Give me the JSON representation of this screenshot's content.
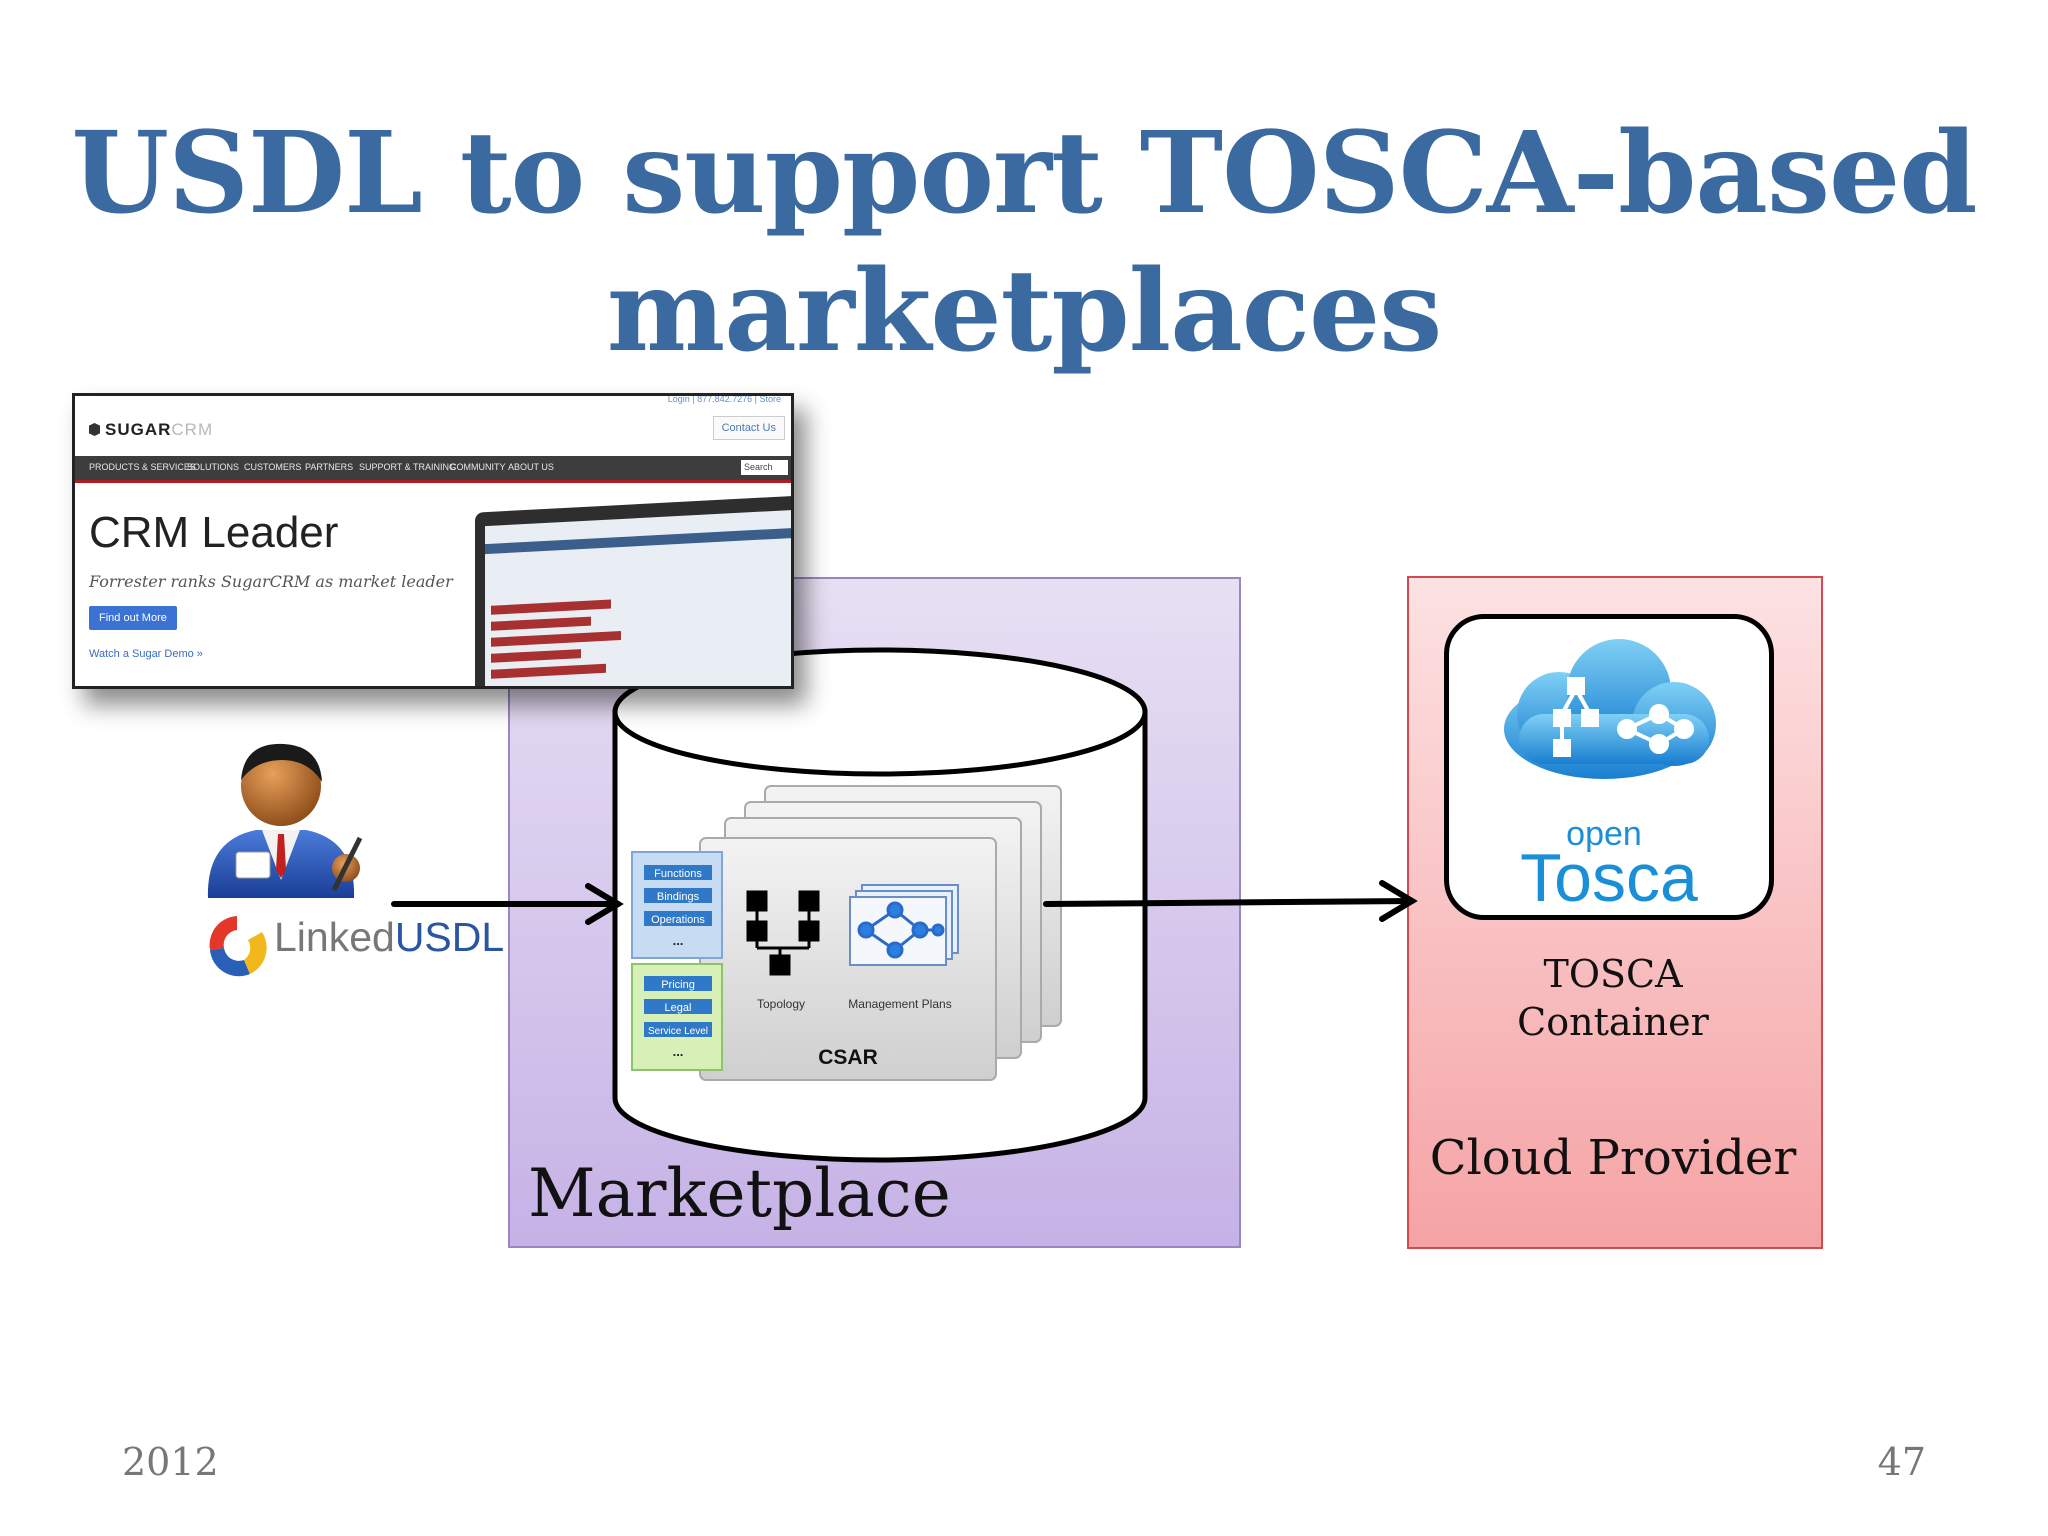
{
  "slide": {
    "title_line1": "USDL to support TOSCA-based",
    "title_line2": "marketplaces",
    "footer_year": "2012",
    "page_number": "47"
  },
  "crm_screenshot": {
    "top_line": "Login | 877.842.7276 | Store",
    "logo_bold": "SUGAR",
    "logo_light": "CRM",
    "contact_button": "Contact Us",
    "nav_items": [
      "PRODUCTS & SERVICES",
      "SOLUTIONS",
      "CUSTOMERS",
      "PARTNERS",
      "SUPPORT & TRAINING",
      "COMMUNITY",
      "ABOUT US"
    ],
    "search_label": "Search",
    "headline": "CRM Leader",
    "subheadline": "Forrester ranks SugarCRM as market leader",
    "cta_button": "Find out More",
    "demo_link": "Watch a Sugar Demo »"
  },
  "linked_usdl": {
    "linked": "Linked",
    "usdl": "USDL"
  },
  "marketplace": {
    "label": "Marketplace",
    "csar": {
      "label": "CSAR",
      "group1": [
        "Functions",
        "Bindings",
        "Operations",
        "..."
      ],
      "group2": [
        "Pricing",
        "Legal",
        "Service Level",
        "..."
      ],
      "topology_label": "Topology",
      "plans_label": "Management Plans"
    }
  },
  "cloud_provider": {
    "label": "Cloud Provider",
    "container_line1": "TOSCA",
    "container_line2": "Container",
    "logo_small": "open",
    "logo_big": "Tosca"
  },
  "colors": {
    "title": "#3a6aa0",
    "marketplace_fill": "#c6b2e6",
    "cloud_fill": "#f5a3a5",
    "cloud_border": "#d24a4f",
    "logo_blue": "#1a8fd8"
  }
}
